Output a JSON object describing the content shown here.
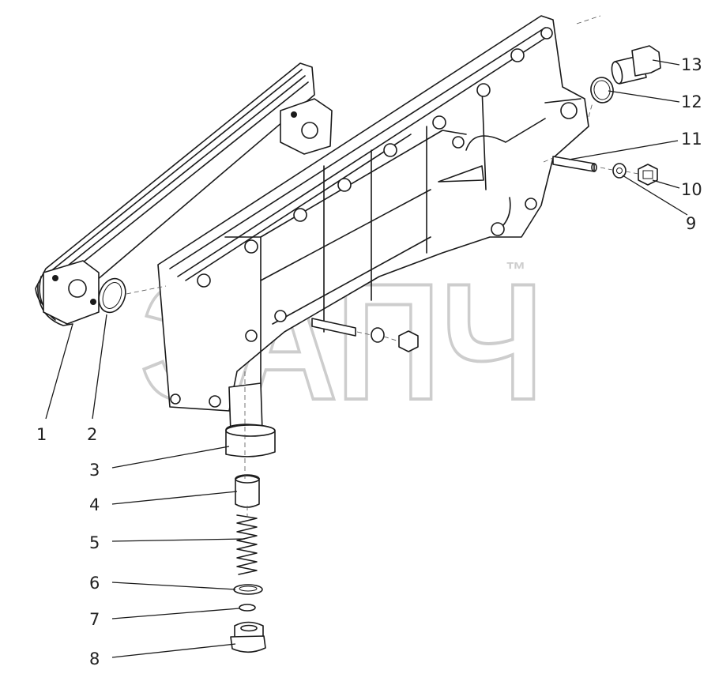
{
  "diagram": {
    "watermark_text": "ЗАПЧ",
    "watermark_mark": "™",
    "callouts": [
      {
        "id": "1",
        "label": "1"
      },
      {
        "id": "2",
        "label": "2"
      },
      {
        "id": "3",
        "label": "3"
      },
      {
        "id": "4",
        "label": "4"
      },
      {
        "id": "5",
        "label": "5"
      },
      {
        "id": "6",
        "label": "6"
      },
      {
        "id": "7",
        "label": "7"
      },
      {
        "id": "8",
        "label": "8"
      },
      {
        "id": "9",
        "label": "9"
      },
      {
        "id": "10",
        "label": "10"
      },
      {
        "id": "11",
        "label": "11"
      },
      {
        "id": "12",
        "label": "12"
      },
      {
        "id": "13",
        "label": "13"
      }
    ]
  }
}
